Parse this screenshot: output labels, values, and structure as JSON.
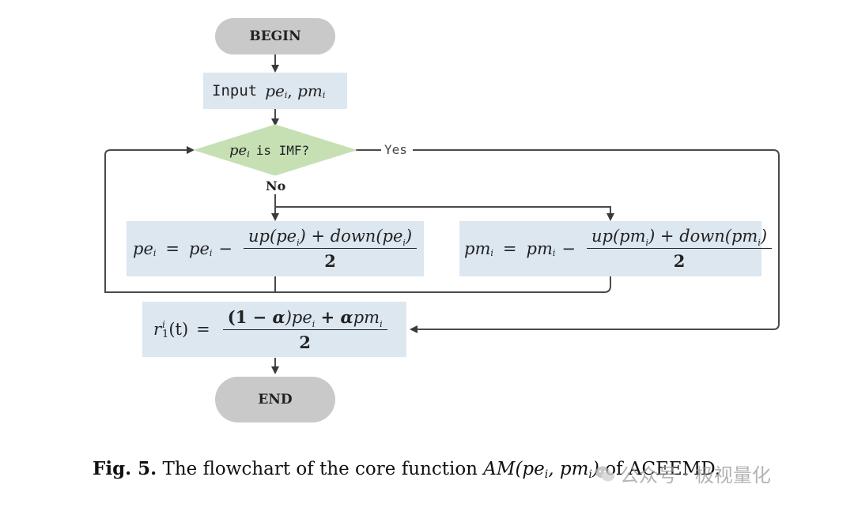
{
  "flowchart": {
    "begin": "BEGIN",
    "end": "END",
    "input_word": "Input",
    "input_vars": [
      "pe",
      "pm"
    ],
    "decision": {
      "var": "pe",
      "text": "is IMF?"
    },
    "yes_label": "Yes",
    "no_label": "No",
    "update_pe": {
      "lhs": "pe",
      "rhs": "pe",
      "minus": "−",
      "num_a": "up(pe",
      "num_b": ") + down(pe",
      "num_c": ")",
      "den": "2",
      "sub": "i"
    },
    "update_pm": {
      "lhs": "pm",
      "rhs": "pm",
      "minus": "−",
      "num_a": "up(pm",
      "num_b": ") + down(pm",
      "num_c": ")",
      "den": "2",
      "sub": "i"
    },
    "result": {
      "lhs": "r",
      "lhs_sub": "1",
      "lhs_sup": "i",
      "lhs_arg": "(t)",
      "num_a": "(1 − ",
      "alpha": "α",
      "num_b": ")pe",
      "num_c": " + ",
      "num_d": "pm",
      "den": "2",
      "sub": "i"
    }
  },
  "caption": {
    "label": "Fig. 5.",
    "text": "The flowchart of the core function",
    "func": "AM(pe",
    "func_mid": ", pm",
    "func_end": ")",
    "sub": "i",
    "tail": "of ACEEMD."
  },
  "watermark": "公众号 · 极视量化",
  "colors": {
    "terminal": "#c9c9c9",
    "box": "#dde7f0",
    "decision": "#c6e0b4",
    "line": "#4a4a4a"
  }
}
